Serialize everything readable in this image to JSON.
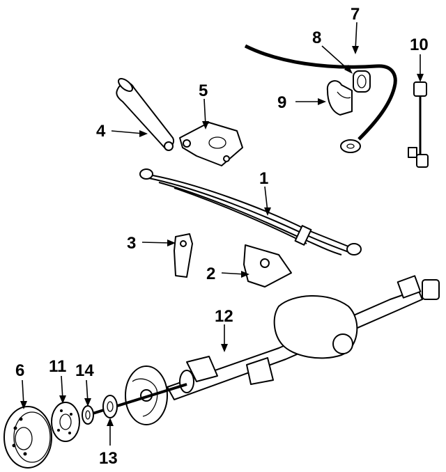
{
  "diagram": {
    "callouts": [
      {
        "id": "1",
        "label": "1"
      },
      {
        "id": "2",
        "label": "2"
      },
      {
        "id": "3",
        "label": "3"
      },
      {
        "id": "4",
        "label": "4"
      },
      {
        "id": "5",
        "label": "5"
      },
      {
        "id": "6",
        "label": "6"
      },
      {
        "id": "7",
        "label": "7"
      },
      {
        "id": "8",
        "label": "8"
      },
      {
        "id": "9",
        "label": "9"
      },
      {
        "id": "10",
        "label": "10"
      },
      {
        "id": "11",
        "label": "11"
      },
      {
        "id": "12",
        "label": "12"
      },
      {
        "id": "13",
        "label": "13"
      },
      {
        "id": "14",
        "label": "14"
      }
    ]
  },
  "colors": {
    "ink": "#000000",
    "paper": "#ffffff"
  }
}
